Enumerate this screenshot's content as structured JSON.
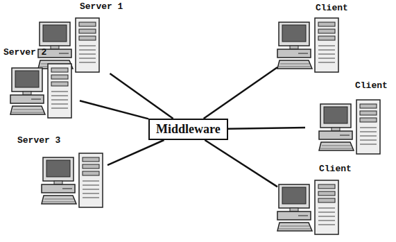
{
  "diagram": {
    "nodes": [
      {
        "text": [
          "Server 1"
        ]
      },
      {
        "text": [
          "Server 2"
        ]
      },
      {
        "text": [
          "Server 3"
        ]
      },
      {
        "text": [
          "Middleware"
        ]
      },
      {
        "text": [
          "Client"
        ]
      },
      {
        "text": [
          "Client"
        ]
      },
      {
        "text": [
          "Client"
        ]
      }
    ],
    "edges": [
      {
        "from": 3,
        "to": 0,
        "arrow": "none"
      },
      {
        "from": 3,
        "to": 1,
        "arrow": "none"
      },
      {
        "from": 3,
        "to": 2,
        "arrow": "none"
      },
      {
        "from": 3,
        "to": 4,
        "arrow": "none"
      },
      {
        "from": 3,
        "to": 5,
        "arrow": "none"
      },
      {
        "from": 3,
        "to": 6,
        "arrow": "none"
      }
    ]
  }
}
